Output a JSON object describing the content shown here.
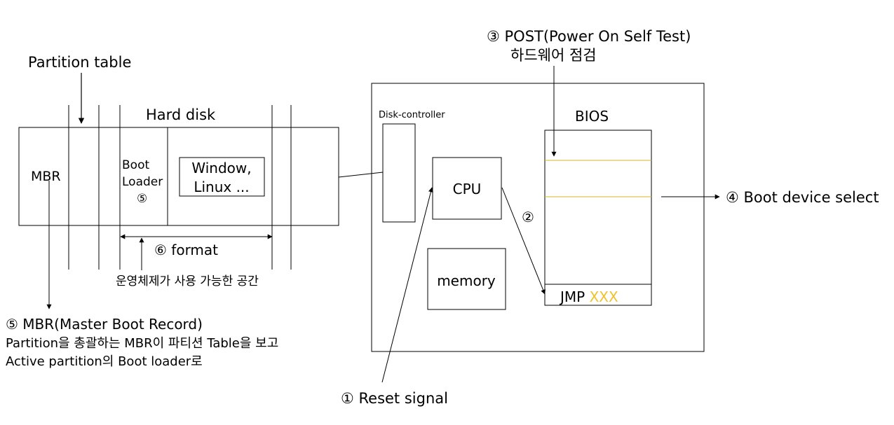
{
  "hard_disk": {
    "title": "Hard disk",
    "partition_table_label": "Partition table",
    "mbr_label": "MBR",
    "boot_loader_line1": "Boot",
    "boot_loader_line2": "Loader",
    "boot_loader_marker": "⑤",
    "os_line1": "Window,",
    "os_line2": "Linux ...",
    "format_label": "⑥ format",
    "os_space_label": "운영체제가 사용 가능한 공간"
  },
  "mbr_note": {
    "title": "⑤ MBR(Master Boot Record)",
    "line1": "Partition을 총괄하는 MBR이 파티션 Table을 보고",
    "line2": "Active partition의 Boot loader로"
  },
  "computer": {
    "disk_controller_label": "Disk-controller",
    "cpu_label": "CPU",
    "memory_label": "memory",
    "bios_label": "BIOS",
    "jmp_label": "JMP",
    "jmp_target": "XXX",
    "step2_label": "②"
  },
  "post_note": {
    "line1": "③ POST(Power On Self Test)",
    "line2": "하드웨어 점검"
  },
  "boot_device_label": "④ Boot device select",
  "reset_label": "① Reset signal",
  "colors": {
    "bios_divider": "#d4b62a",
    "jmp_target": "#f2c12e",
    "line": "#000000"
  }
}
